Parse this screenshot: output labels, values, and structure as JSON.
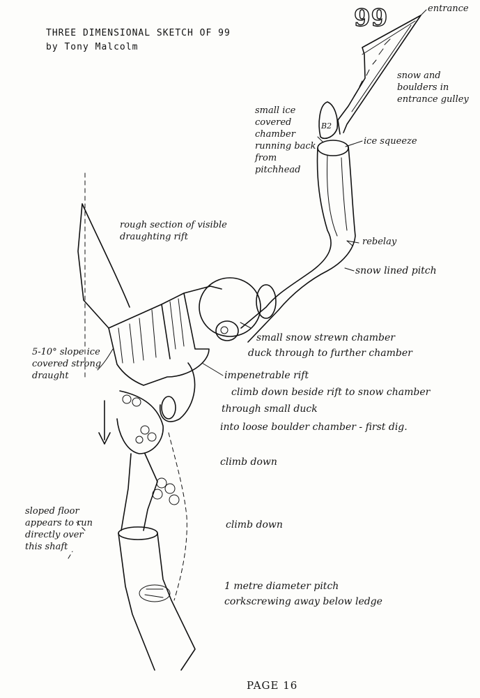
{
  "header": {
    "title": "THREE DIMENSIONAL SKETCH OF 99",
    "author": "by Tony Malcolm"
  },
  "cave_number": "99",
  "labels": {
    "entrance": "entrance",
    "entrance_gully": "snow and boulders in entrance gulley",
    "ice_chamber": "small ice covered chamber running back from pitchhead",
    "b2": "B2",
    "ice_squeeze": "ice squeeze",
    "rough_section": "rough section of visible draughting rift",
    "rebelay": "rebelay",
    "snow_lined_pitch": "snow lined pitch",
    "slope": "5-10° slope ice covered strong draught",
    "small_chamber": "small snow strewn chamber",
    "duck_further": "duck through to further chamber",
    "impenetrable_rift": "impenetrable rift",
    "climb_beside_rift": "climb down beside rift to snow chamber",
    "through_duck": "through small duck",
    "boulder_chamber": "into loose boulder chamber - first dig.",
    "climb_down_1": "climb down",
    "climb_down_2": "climb down",
    "sloped_floor": "sloped floor appears to run directly over this shaft",
    "pitch_line_1": "1 metre diameter pitch",
    "pitch_line_2": "corkscrewing away below ledge"
  },
  "footer": {
    "page": "PAGE 16"
  }
}
